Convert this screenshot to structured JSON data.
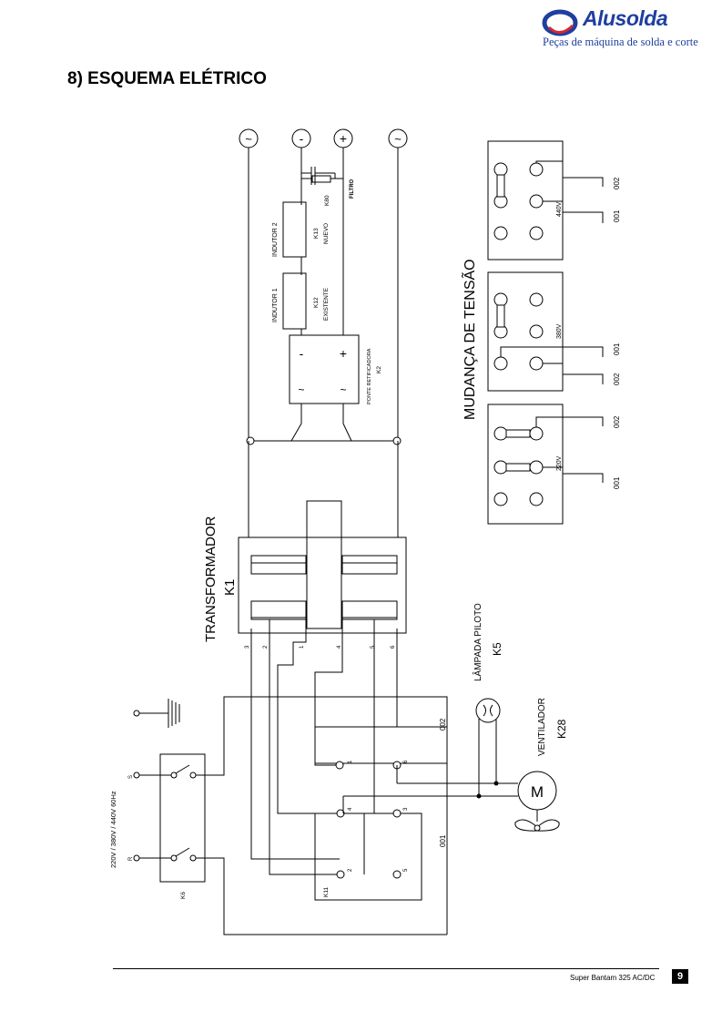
{
  "header": {
    "brand": "Alusolda",
    "tagline": "Peças de máquina de solda e corte",
    "brand_color": "#1f3fa0"
  },
  "section_title": "8) ESQUEMA ELÉTRICO",
  "schematic": {
    "terminals": {
      "ac": "~",
      "neg": "-",
      "pos": "+"
    },
    "filter": {
      "ref": "K80",
      "label": "FILTRO"
    },
    "inductor1": {
      "name": "INDUTOR 1",
      "ref": "K12",
      "note": "EXISTENTE"
    },
    "inductor2": {
      "name": "INDUTOR 2",
      "ref": "K13",
      "note": "NUEVO"
    },
    "bridge": {
      "name": "PONTE RETIFICADORA",
      "ref": "K2",
      "neg": "-",
      "pos": "+",
      "ac": "~"
    },
    "transformer": {
      "name": "TRANSFORMADOR",
      "ref": "K1",
      "taps": [
        "3",
        "2",
        "1",
        "4",
        "5",
        "6"
      ]
    },
    "pilot_lamp": {
      "name": "LÂMPADA PILOTO",
      "ref": "K5"
    },
    "fan": {
      "name": "VENTILADOR",
      "ref": "K28",
      "motor": "M"
    },
    "switch": {
      "ref": "K6",
      "in_top": "S",
      "in_bottom": "R",
      "supply": "220V / 380V / 440V 60Hz"
    },
    "selector": {
      "ref": "K11",
      "pins": [
        "1",
        "6",
        "4",
        "3",
        "2",
        "5"
      ]
    },
    "wires": {
      "w002": "002",
      "w001": "001"
    },
    "voltage_change": {
      "title": "MUDANÇA DE TENSÃO",
      "boards": [
        {
          "voltage": "440V",
          "wire_a": "002",
          "wire_b": "001"
        },
        {
          "voltage": "380V",
          "wire_a": "001",
          "wire_b": "002"
        },
        {
          "voltage": "220V",
          "wire_a": "002",
          "wire_b": "001"
        }
      ]
    }
  },
  "footer": {
    "product": "Super Bantam 325 AC/DC",
    "page": "9"
  }
}
